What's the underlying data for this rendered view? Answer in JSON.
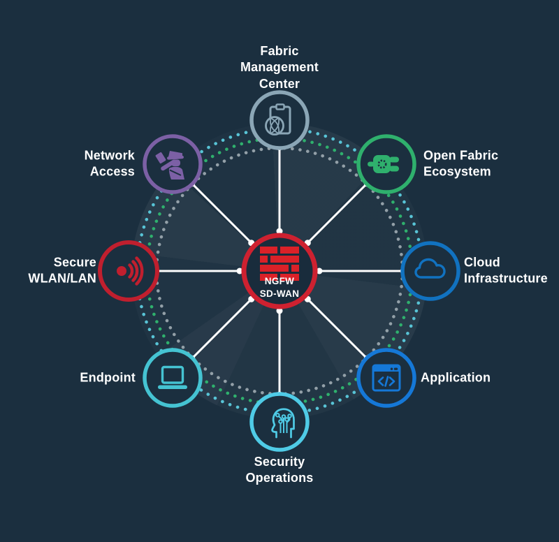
{
  "background_color": "#1b2f3f",
  "spoke_color": "#ffffff",
  "rings": {
    "outer_dots_color": "#58c4d6",
    "middle_dots_color": "#2fb06d",
    "inner_dots_color": "#93a0a8"
  },
  "center": {
    "label": "NGFW\nSD-WAN",
    "icon": "firewall-bricks-icon",
    "ring_color": "#ce2130",
    "brick_color": "#da2128"
  },
  "nodes": [
    {
      "id": "fabric-management-center",
      "label": "Fabric\nManagement\nCenter",
      "position": "top",
      "color": "#8ba6b6",
      "icon": "clipboard-globe-icon"
    },
    {
      "id": "open-fabric-ecosystem",
      "label": "Open Fabric\nEcosystem",
      "position": "top-right",
      "color": "#2fb06d",
      "icon": "power-plug-icon"
    },
    {
      "id": "cloud-infrastructure",
      "label": "Cloud\nInfrastructure",
      "position": "right",
      "color": "#1172c0",
      "icon": "cloud-icon"
    },
    {
      "id": "application",
      "label": "Application",
      "position": "bottom-right",
      "color": "#1578d7",
      "icon": "code-window-icon"
    },
    {
      "id": "security-operations",
      "label": "Security\nOperations",
      "position": "bottom",
      "color": "#4fcbe6",
      "icon": "ai-head-circuit-icon"
    },
    {
      "id": "endpoint",
      "label": "Endpoint",
      "position": "bottom-left",
      "color": "#45c3d2",
      "icon": "laptop-icon"
    },
    {
      "id": "secure-wlan-lan",
      "label": "Secure\nWLAN/LAN",
      "position": "left",
      "color": "#c01f2e",
      "icon": "wireless-signal-icon"
    },
    {
      "id": "network-access",
      "label": "Network\nAccess",
      "position": "top-left",
      "color": "#7c60a5",
      "icon": "security-guard-icon"
    }
  ]
}
